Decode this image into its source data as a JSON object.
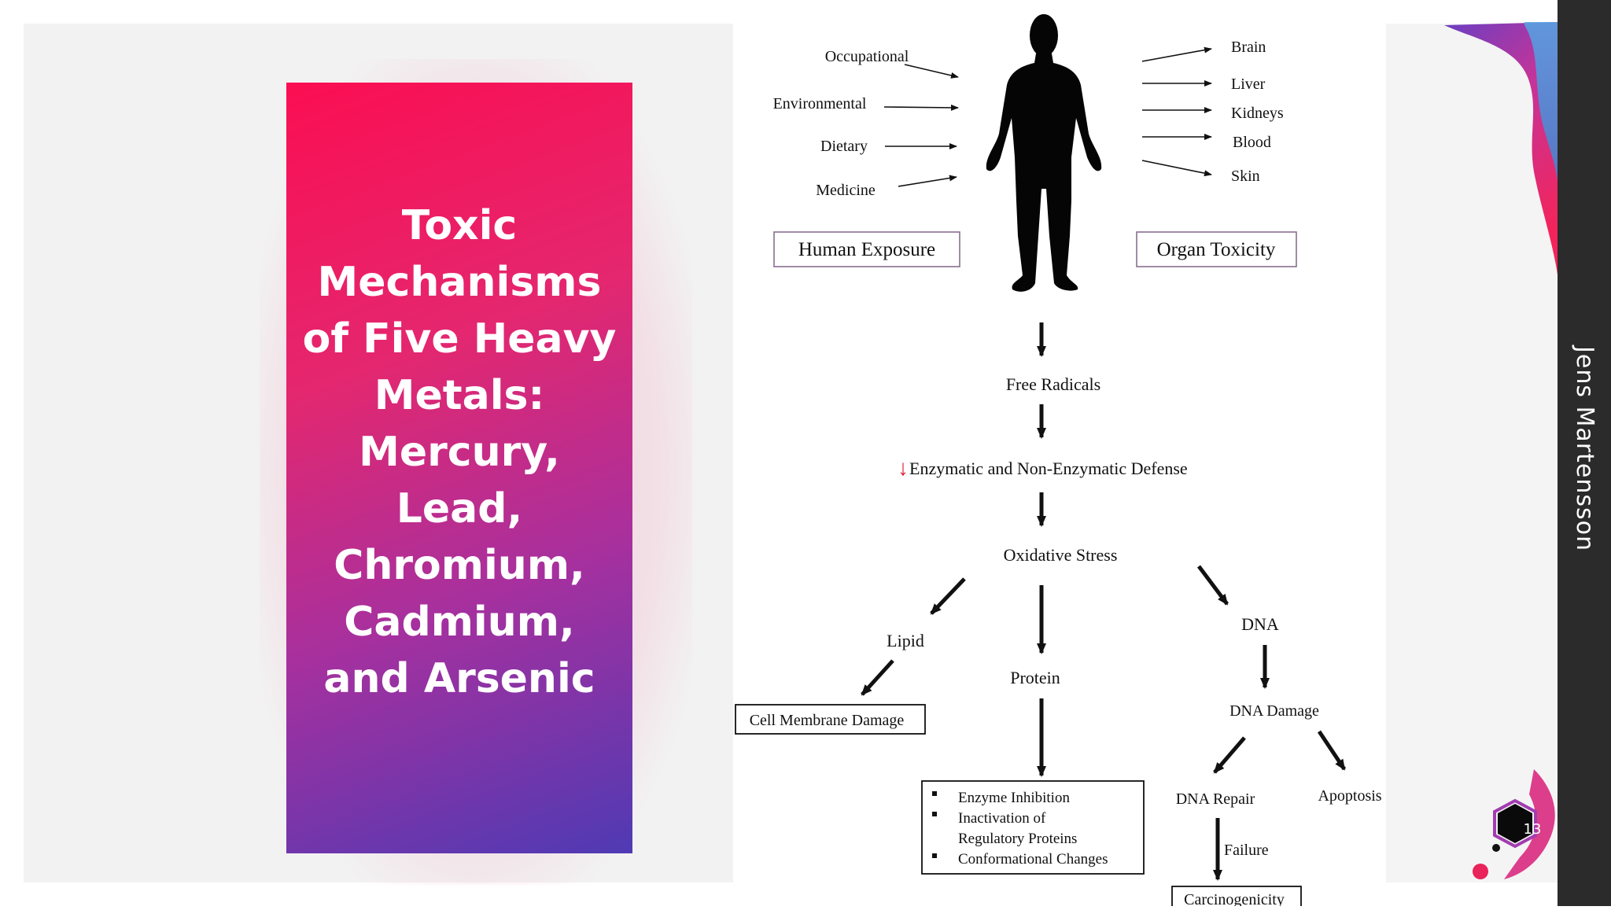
{
  "slide": {
    "title": "Toxic Mechanisms of Five Heavy Metals: Mercury, Lead, Chromium, Cadmium, and Arsenic",
    "author": "Jens Martensson",
    "page_number": "13"
  },
  "diagram": {
    "exposure_sources": [
      "Occupational",
      "Environmental",
      "Dietary",
      "Medicine"
    ],
    "exposure_box": "Human Exposure",
    "organs": [
      "Brain",
      "Liver",
      "Kidneys",
      "Blood",
      "Skin"
    ],
    "organ_box": "Organ Toxicity",
    "free_radicals": "Free Radicals",
    "defense": "Enzymatic  and Non-Enzymatic  Defense",
    "defense_marker": "↓",
    "oxidative_stress": "Oxidative  Stress",
    "lipid": "Lipid",
    "cell_membrane_damage": "Cell Membrane Damage",
    "protein": "Protein",
    "protein_effects": [
      "Enzyme Inhibition",
      "Inactivation  of",
      "Regulatory Proteins",
      "Conformational Changes"
    ],
    "dna": "DNA",
    "dna_damage": "DNA Damage",
    "dna_repair": "DNA Repair",
    "apoptosis": "Apoptosis",
    "failure": "Failure",
    "carcinogenicity": "Carcinogenicity"
  },
  "colors": {
    "title_gradient_start": "#fb0e52",
    "title_gradient_end": "#4f3ab4",
    "sidebar": "#2b2b2b",
    "defense_marker": "#e0213a"
  }
}
